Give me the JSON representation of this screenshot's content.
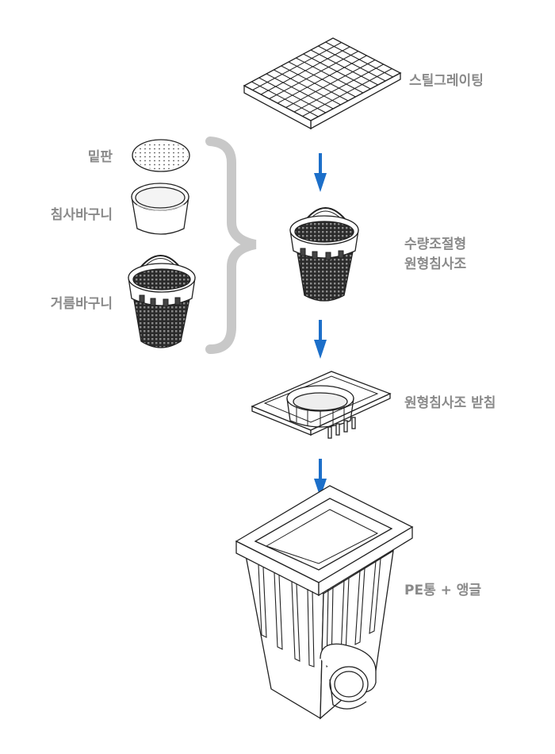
{
  "labels": {
    "steel_grating": "스틸그레이팅",
    "bottom_plate": "밑판",
    "sediment_basket": "침사바구니",
    "filter_basket": "거름바구니",
    "flow_control_line1": "수량조절형",
    "flow_control_line2": "원형침사조",
    "round_support": "원형침사조 받침",
    "pe_body": "PE통 + 앵글"
  },
  "colors": {
    "arrow": "#1c6fc9",
    "brace": "#c8c8c8",
    "label": "#8a8a8a",
    "line": "#222222",
    "mesh": "#3a3a3a"
  },
  "icons": [
    "steel-grating",
    "bottom-plate",
    "sediment-basket",
    "filter-basket",
    "flow-control-basket",
    "round-support-frame",
    "pe-body-with-angle",
    "down-arrow",
    "curly-brace"
  ]
}
